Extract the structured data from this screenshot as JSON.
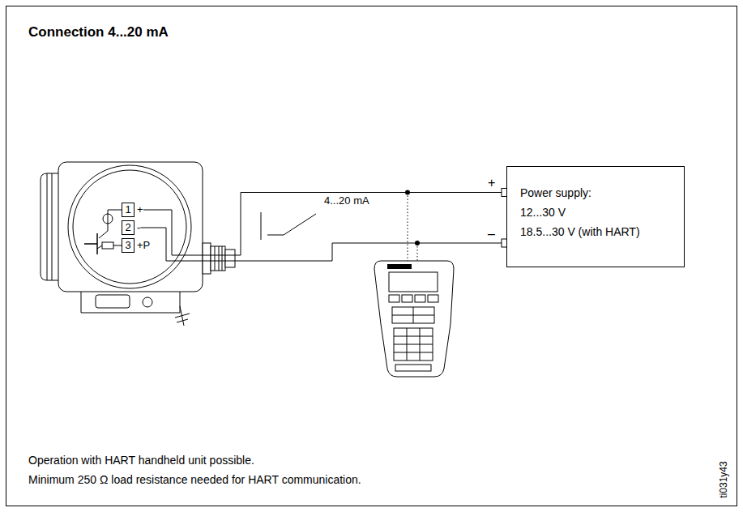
{
  "diagram": {
    "title": "Connection 4...20 mA",
    "nodes": [
      {
        "text": [
          "1",
          "+"
        ]
      },
      {
        "text": [
          "2",
          "-"
        ]
      },
      {
        "text": [
          "3",
          "+P"
        ]
      },
      {
        "text": [
          "Power supply:",
          "12...30 V",
          "18.5...30 V (with HART)"
        ]
      }
    ],
    "edges": [
      {
        "from": 0,
        "to": 3,
        "arrow": "none"
      },
      {
        "from": 1,
        "to": 3,
        "arrow": "none"
      }
    ],
    "labels": [
      "4...20 mA",
      "+",
      "–",
      "Operation with HART handheld unit possible.",
      "Minimum 250 Ω load resistance needed for HART communication.",
      "ti031y43"
    ]
  }
}
